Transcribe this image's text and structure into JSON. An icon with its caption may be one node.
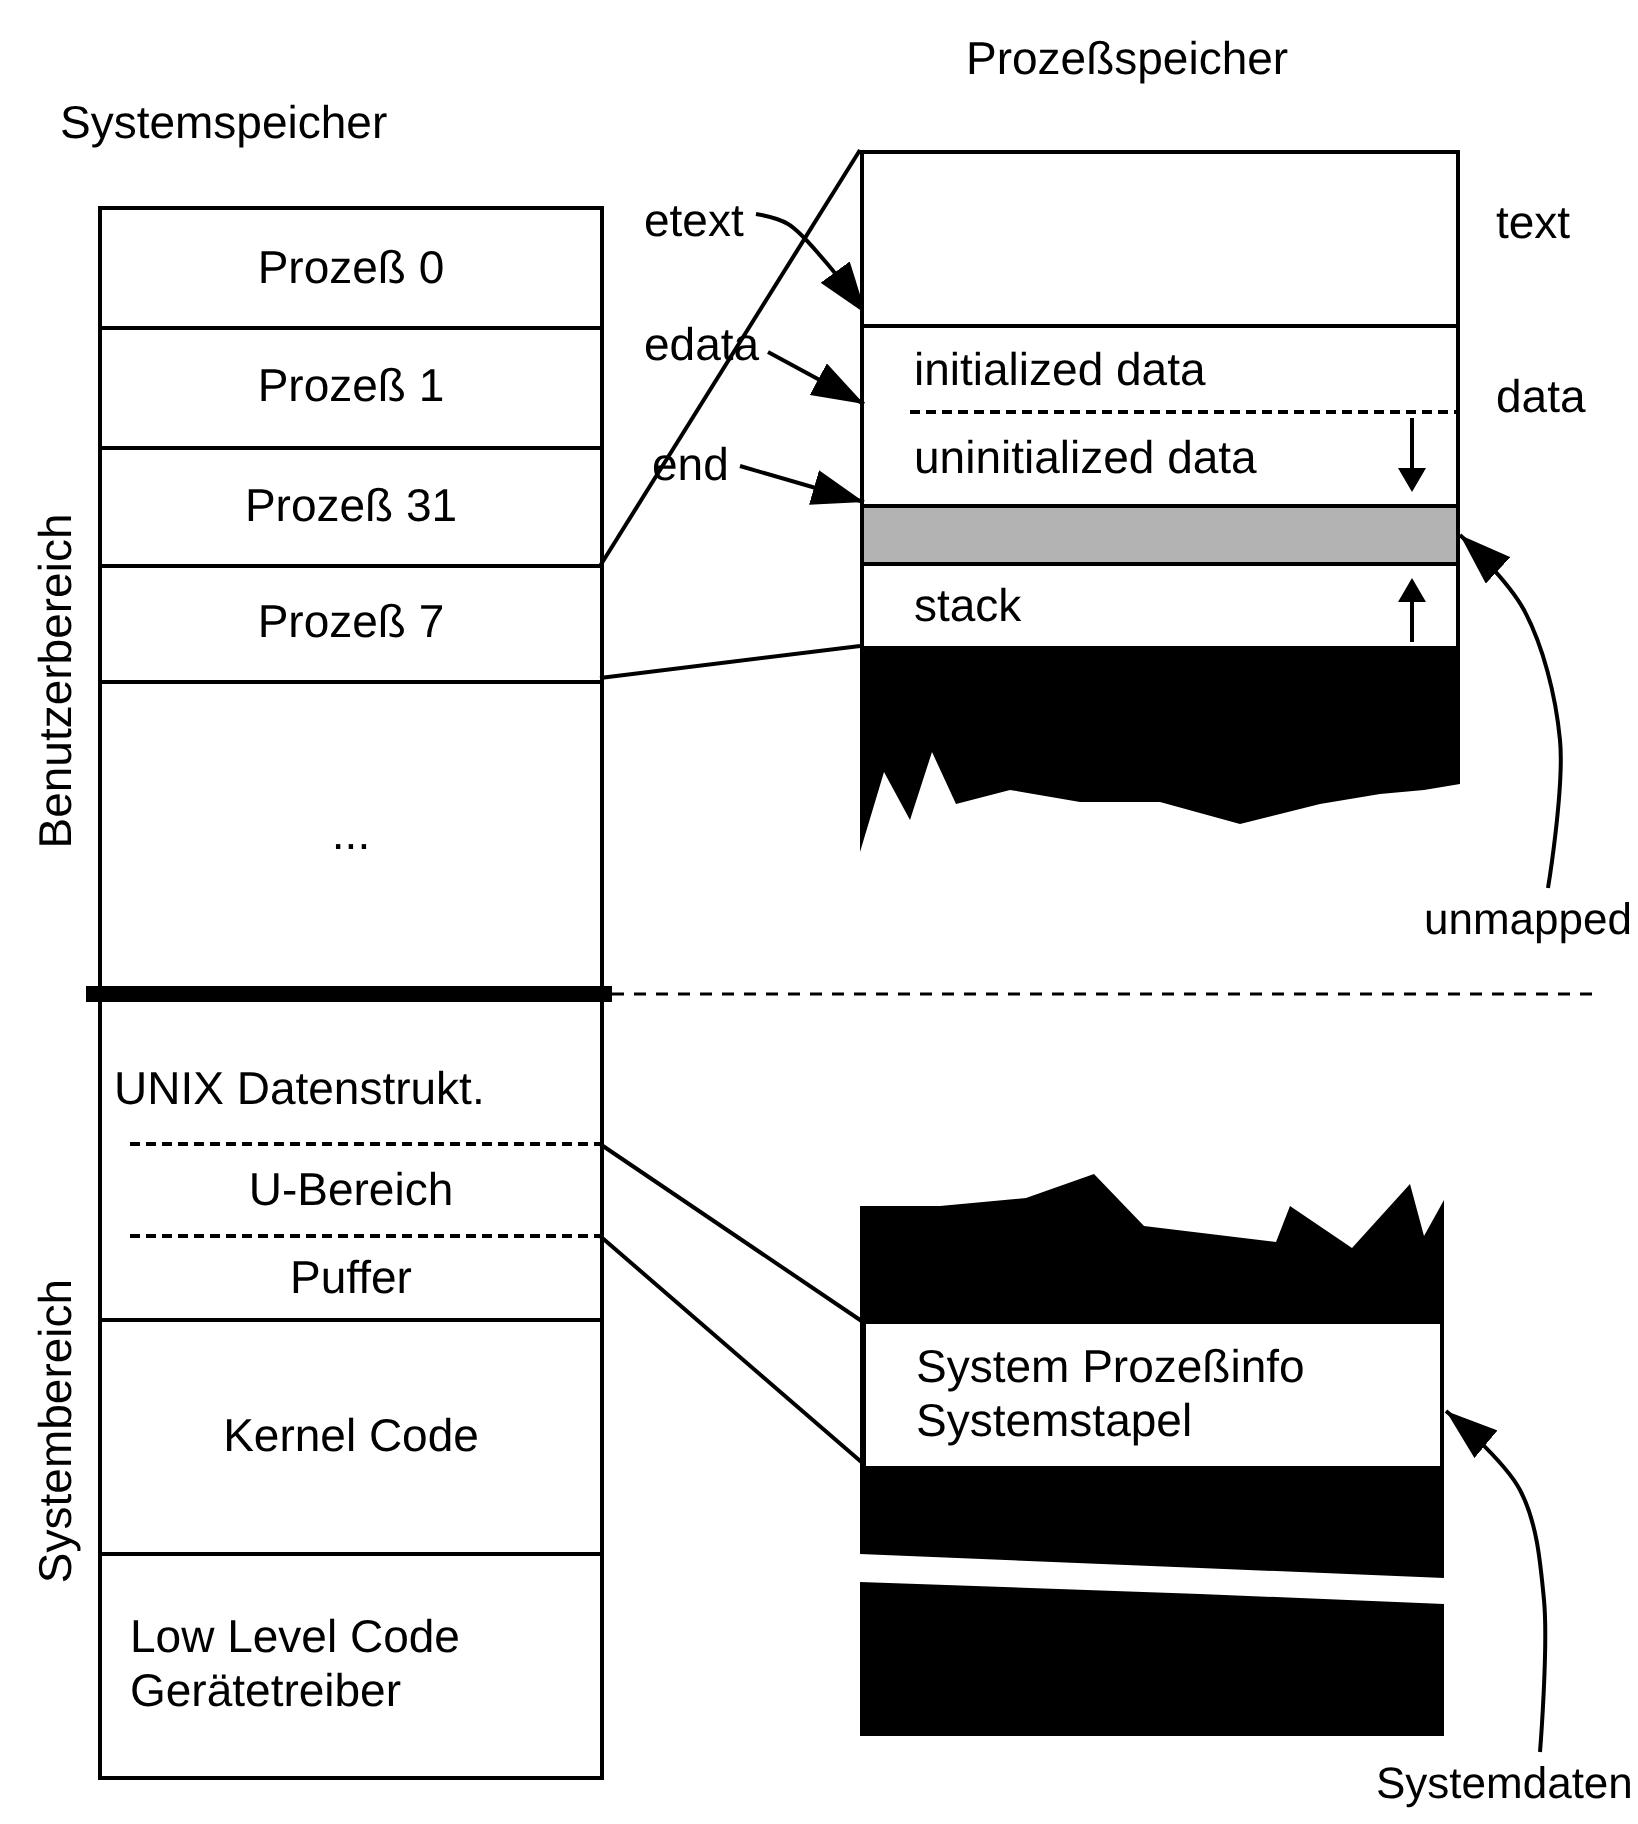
{
  "diagram": {
    "nodes": [
      {
        "text": [
          "Systemspeicher"
        ]
      },
      {
        "text": [
          "Prozeß 0"
        ],
        "in": 0
      },
      {
        "text": [
          "Prozeß 1"
        ],
        "in": 0
      },
      {
        "text": [
          "Prozeß 31"
        ],
        "in": 0
      },
      {
        "text": [
          "Prozeß 7"
        ],
        "in": 0
      },
      {
        "text": [
          "..."
        ],
        "in": 0
      },
      {
        "text": [
          "UNIX Datenstrukt."
        ],
        "in": 0
      },
      {
        "text": [
          "U-Bereich"
        ],
        "in": 0
      },
      {
        "text": [
          "Puffer"
        ],
        "in": 0
      },
      {
        "text": [
          "Kernel Code"
        ],
        "in": 0
      },
      {
        "text": [
          "Low Level Code Gerätetreiber"
        ],
        "in": 0
      },
      {
        "text": [
          "Prozeßspeicher"
        ]
      },
      {
        "text": [
          "text"
        ],
        "in": 11
      },
      {
        "text": [
          "data"
        ],
        "in": 11
      },
      {
        "text": [
          "initialized data"
        ],
        "in": 13
      },
      {
        "text": [
          "uninitialized data"
        ],
        "in": 13
      },
      {
        "text": [],
        "shape": "bar",
        "in": 11
      },
      {
        "text": [
          "stack"
        ],
        "in": 11
      },
      {
        "text": [
          "etext"
        ]
      },
      {
        "text": [
          "edata"
        ]
      },
      {
        "text": [
          "end"
        ]
      },
      {
        "text": [
          "unmapped"
        ]
      },
      {
        "text": [
          "System Prozeßinfo",
          "Systemstapel"
        ]
      },
      {
        "text": [
          "Systemdaten"
        ]
      }
    ],
    "edges": [
      {
        "from": 4,
        "to": 11,
        "arrow": "none"
      },
      {
        "from": 4,
        "to": 11,
        "arrow": "none"
      },
      {
        "from": 18,
        "to": 12,
        "arrow": "to"
      },
      {
        "from": 19,
        "to": 14,
        "arrow": "to"
      },
      {
        "from": 20,
        "to": 15,
        "arrow": "to"
      },
      {
        "from": 21,
        "to": 16,
        "arrow": "to"
      },
      {
        "from": 7,
        "to": 22,
        "arrow": "none"
      },
      {
        "from": 7,
        "to": 22,
        "arrow": "none"
      },
      {
        "from": 23,
        "to": 22,
        "arrow": "to"
      }
    ],
    "labels": [
      "Benutzerbereich",
      "Systembereich"
    ]
  }
}
